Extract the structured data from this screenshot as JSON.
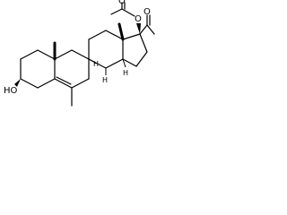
{
  "molecule": {
    "labels": {
      "hydroxyl": "HO",
      "ester_oxygen": "O",
      "carbonyl_oxygen_acetoxy": "O",
      "carbonyl_oxygen_acetyl": "O",
      "h_c8": "H",
      "h_c9": "H",
      "h_c14": "H"
    }
  }
}
